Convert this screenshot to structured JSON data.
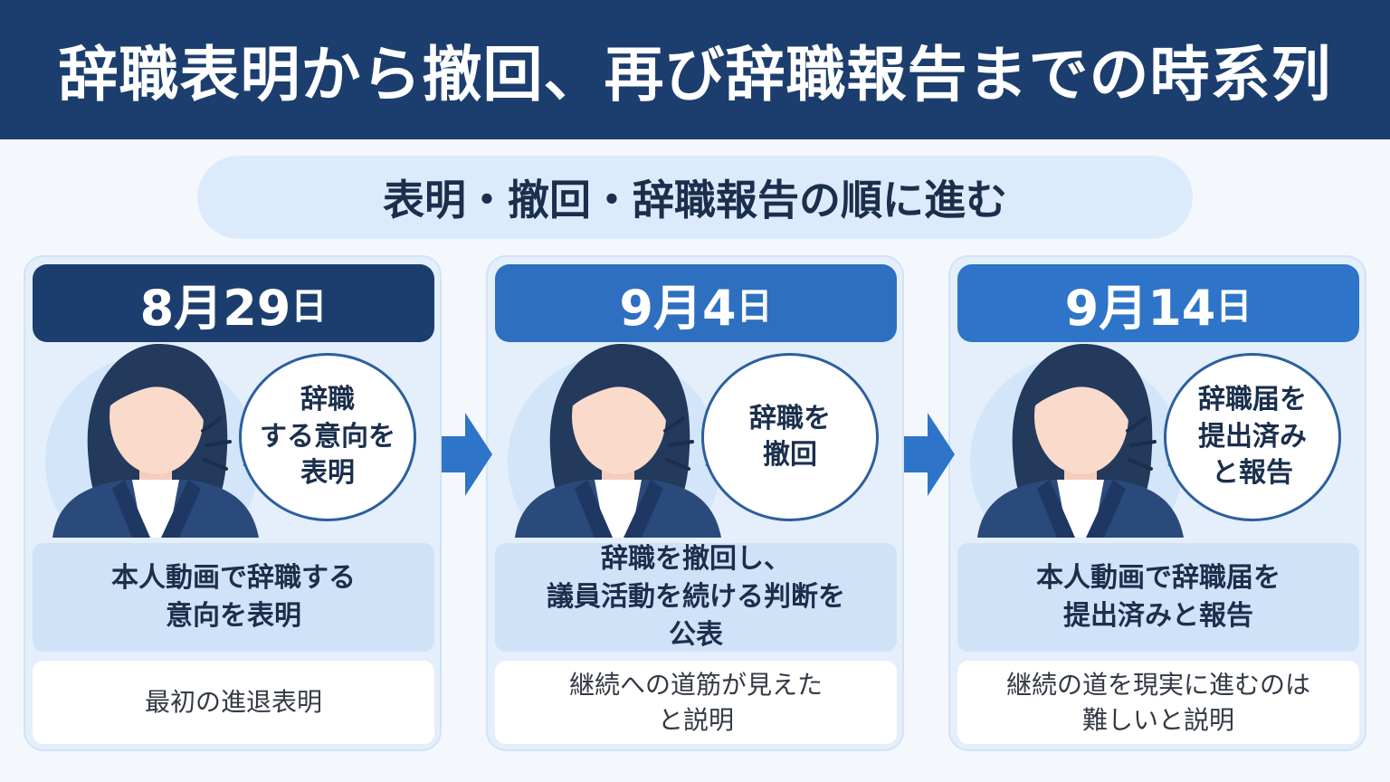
{
  "title": "辞職表明から撤回、再び辞職報告までの時系列",
  "subtitle": "表明・撤回・辞職報告の順に進む",
  "colors": {
    "header_bg": "#1c3e6e",
    "card1_date_bg": "#1c3e6e",
    "card2_date_bg": "#2e6fc0",
    "card3_date_bg": "#2e74c8",
    "arrow": "#2e74c8"
  },
  "timeline": [
    {
      "date_num": "8月29",
      "date_day": "日",
      "bubble_lines": [
        "辞職",
        "する意向を",
        "表明"
      ],
      "desc_lines": [
        "本人動画で辞職する",
        "意向を表明"
      ],
      "note_lines": [
        "最初の進退表明"
      ]
    },
    {
      "date_num": "9月4",
      "date_day": "日",
      "bubble_lines": [
        "辞職を",
        "撤回"
      ],
      "desc_lines": [
        "辞職を撤回し、",
        "議員活動を続ける判断を",
        "公表"
      ],
      "note_lines": [
        "継続への道筋が見えた",
        "と説明"
      ]
    },
    {
      "date_num": "9月14",
      "date_day": "日",
      "bubble_lines": [
        "辞職届を",
        "提出済み",
        "と報告"
      ],
      "desc_lines": [
        "本人動画で辞職届を",
        "提出済みと報告"
      ],
      "note_lines": [
        "継続の道を現実に進むのは",
        "難しいと説明"
      ]
    }
  ],
  "icons": {
    "person": "woman-speaking-icon",
    "arrow": "arrow-right-icon"
  }
}
